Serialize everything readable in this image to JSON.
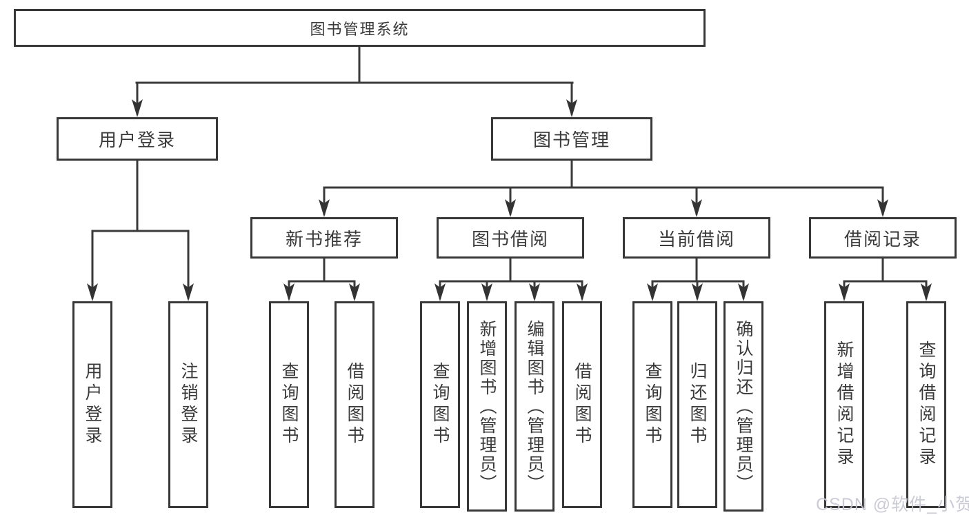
{
  "diagram": {
    "root": {
      "label": "图书管理系统"
    },
    "level2": [
      {
        "label": "用户登录"
      },
      {
        "label": "图书管理"
      }
    ],
    "level3": [
      {
        "label": "新书推荐"
      },
      {
        "label": "图书借阅"
      },
      {
        "label": "当前借阅"
      },
      {
        "label": "借阅记录"
      }
    ],
    "leaves": {
      "user_login": [
        "用户登录",
        "注销登录"
      ],
      "new_book": [
        "查询图书",
        "借阅图书"
      ],
      "book_borrow": [
        "查询图书",
        "新增图书（管理员）",
        "编辑图书（管理员）",
        "借阅图书"
      ],
      "current_borrow": [
        "查询图书",
        "归还图书",
        "确认归还（管理员）"
      ],
      "borrow_record": [
        "新增借阅记录",
        "查询借阅记录"
      ]
    },
    "watermark": "CSDN @软件_小贺同学",
    "colors": {
      "line": "#3a3a3a",
      "box_border": "#383838",
      "text": "#3a3a3a",
      "watermark_text": "#c7c7d2",
      "background": "#ffffff"
    }
  }
}
